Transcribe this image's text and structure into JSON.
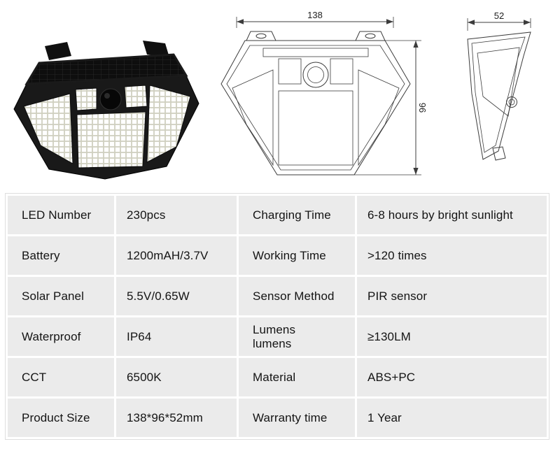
{
  "drawings": {
    "front_width_label": "138",
    "front_height_label": "96",
    "side_depth_label": "52"
  },
  "table": {
    "cell_bg": "#ebebeb",
    "rows": [
      {
        "cells": [
          "LED Number",
          "230pcs",
          "Charging Time",
          "6-8 hours by bright sunlight"
        ]
      },
      {
        "cells": [
          "Battery",
          "1200mAH/3.7V",
          "Working Time",
          ">120 times"
        ]
      },
      {
        "cells": [
          "Solar Panel",
          "5.5V/0.65W",
          "Sensor Method",
          "PIR sensor"
        ]
      },
      {
        "cells": [
          "Waterproof",
          "IP64",
          "Lumens\nlumens",
          "≥130LM"
        ]
      },
      {
        "cells": [
          "CCT",
          "6500K",
          "Material",
          "ABS+PC"
        ]
      },
      {
        "cells": [
          "Product Size",
          "138*96*52mm",
          "Warranty time",
          "1 Year"
        ]
      }
    ]
  }
}
